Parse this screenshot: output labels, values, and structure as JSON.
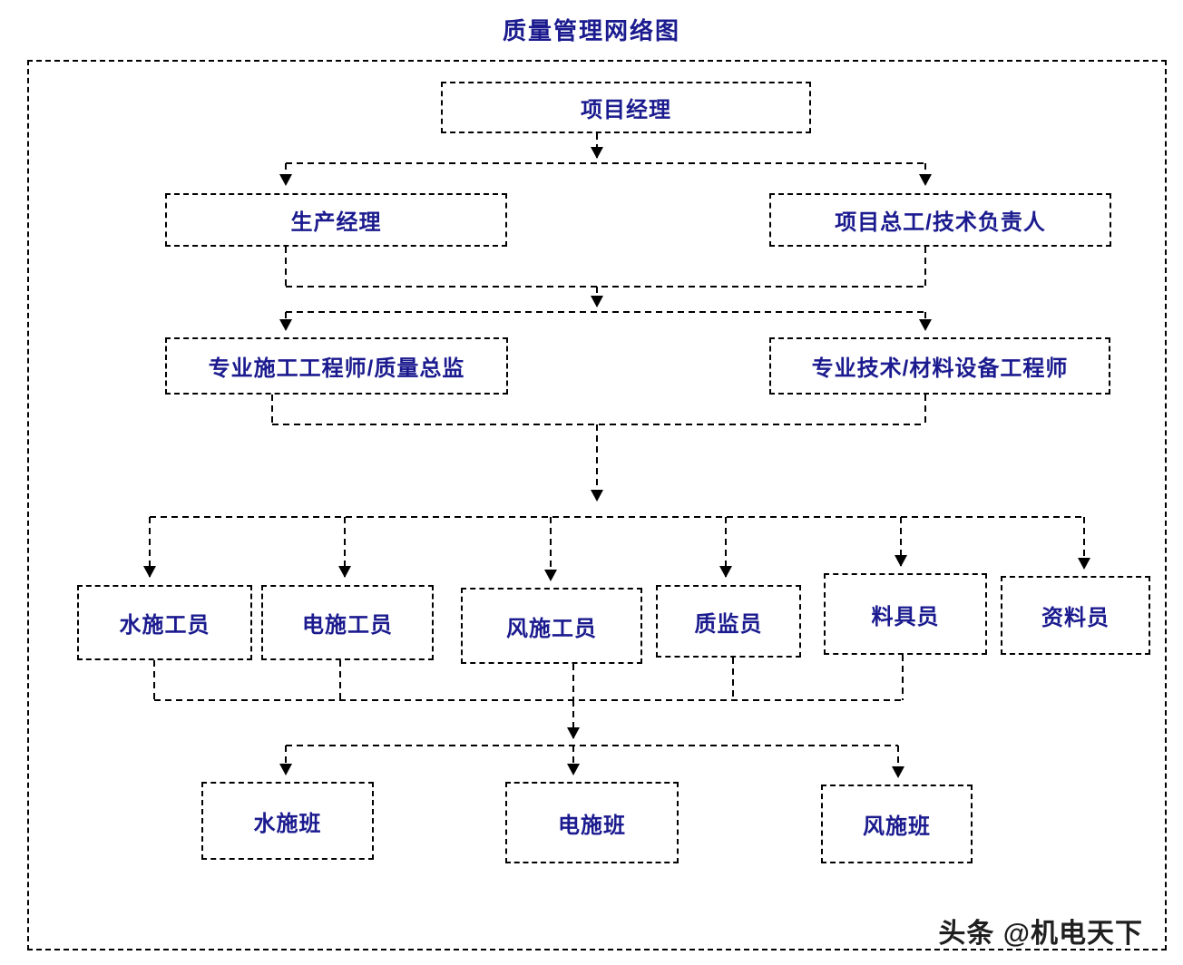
{
  "title": "质量管理网络图",
  "watermark": "头条 @机电天下",
  "nodes": {
    "pm": {
      "label": "项目经理"
    },
    "production": {
      "label": "生产经理"
    },
    "chief": {
      "label": "项目总工/技术负责人"
    },
    "quality_director": {
      "label": "专业施工工程师/质量总监"
    },
    "material_engineer": {
      "label": "专业技术/材料设备工程师"
    },
    "water": {
      "label": "水施工员"
    },
    "electric": {
      "label": "电施工员"
    },
    "hvac": {
      "label": "风施工员"
    },
    "inspector": {
      "label": "质监员"
    },
    "tools": {
      "label": "料具员"
    },
    "document": {
      "label": "资料员"
    },
    "water_team": {
      "label": "水施班"
    },
    "electric_team": {
      "label": "电施班"
    },
    "hvac_team": {
      "label": "风施班"
    }
  },
  "colors": {
    "text": "#1b1b8f",
    "line": "#000000",
    "watermark": "#1f1f1f",
    "background": "#ffffff"
  }
}
